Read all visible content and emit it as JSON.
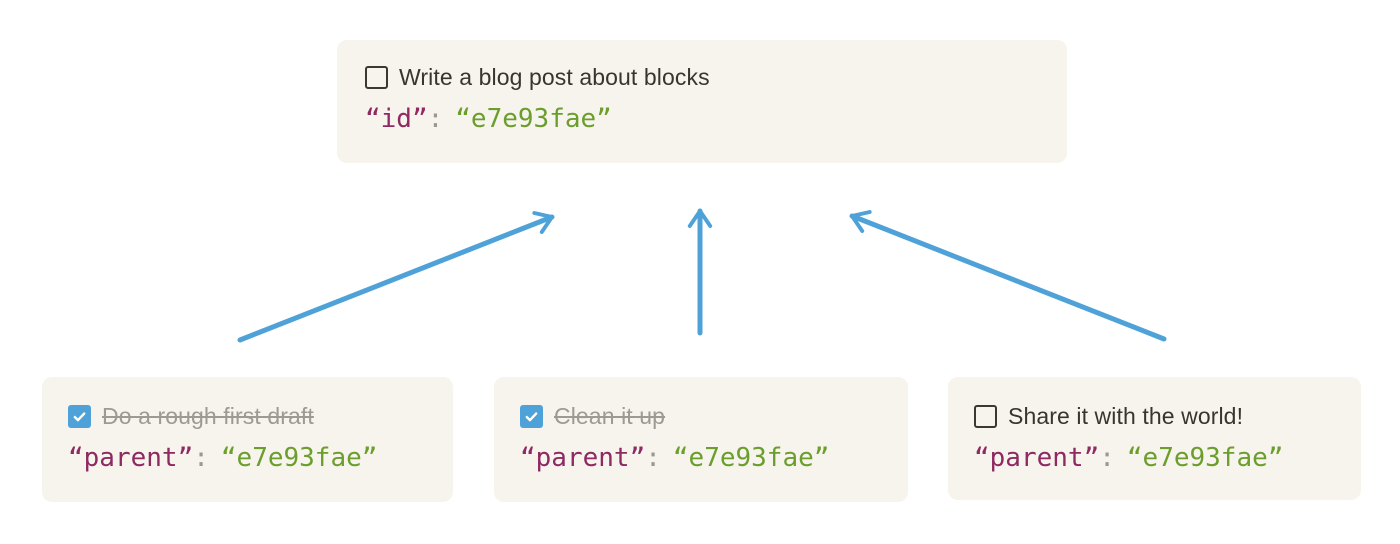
{
  "colors": {
    "page-bg": "#ffffff",
    "card-bg": "#f7f4ee",
    "text-dark": "#37352f",
    "text-done": "#9d9a94",
    "code-key": "#8e2961",
    "code-punct": "#9b9893",
    "code-value": "#6b9e2c",
    "accent-blue": "#4fa2d8",
    "checkbox-border": "#3b3834"
  },
  "parent_card": {
    "title": "Write a blog post about blocks",
    "checked": false,
    "code": {
      "key": "“id”",
      "colon": ":",
      "value": "“e7e93fae”"
    }
  },
  "child_cards": [
    {
      "title": "Do a rough first draft",
      "checked": true,
      "code": {
        "key": "“parent”",
        "colon": ":",
        "value": "“e7e93fae”"
      }
    },
    {
      "title": "Clean it up",
      "checked": true,
      "code": {
        "key": "“parent”",
        "colon": ":",
        "value": "“e7e93fae”"
      }
    },
    {
      "title": "Share it with the world!",
      "checked": false,
      "code": {
        "key": "“parent”",
        "colon": ":",
        "value": "“e7e93fae”"
      }
    }
  ]
}
